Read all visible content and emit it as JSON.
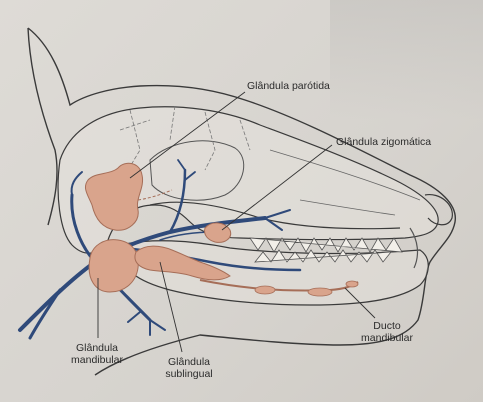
{
  "labels": {
    "parotid": "Glândula parótida",
    "zygomatic": "Glândula zigomática",
    "mandibular_line1": "Glândula",
    "mandibular_line2": "mandibular",
    "sublingual_line1": "Glândula",
    "sublingual_line2": "sublingual",
    "duct_line1": "Ducto",
    "duct_line2": "mandibular"
  },
  "colors": {
    "outline": "#3a3a3a",
    "gland_fill": "#d9a48c",
    "gland_stroke": "#a66e58",
    "vessel": "#2f4a7a",
    "bone": "#e6e2dc"
  }
}
